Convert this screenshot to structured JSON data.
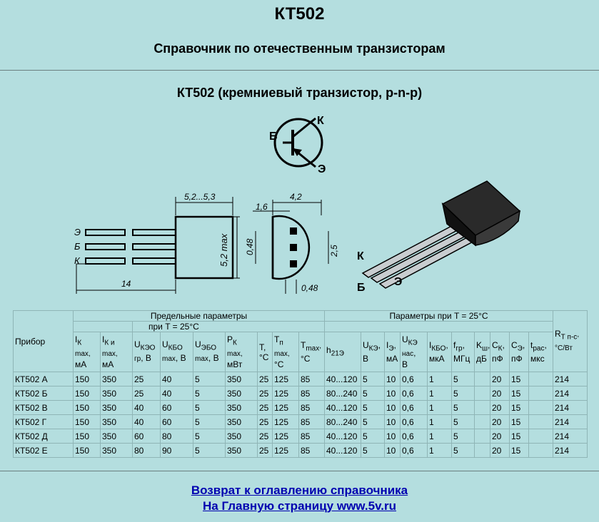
{
  "header": {
    "title": "КТ502",
    "subtitle": "Справочник по отечественным транзисторам"
  },
  "heading": "КТ502 (кремниевый транзистор, p-n-p)",
  "symbol": {
    "k": "К",
    "b": "Б",
    "e": "Э"
  },
  "drawing": {
    "dims": [
      "5,2...5,3",
      "4,2",
      "1,6",
      "5,2 max",
      "2,5",
      "0,48",
      "0,48",
      "14"
    ],
    "pins": [
      "Э",
      "Б",
      "К"
    ],
    "package_pins": [
      "К",
      "Б",
      "Э"
    ]
  },
  "table": {
    "pribor": "Прибор",
    "group_limits": "Предельные параметры",
    "group_params": "Параметры при T = 25°C",
    "limits_temp": "при T = 25°C",
    "cols": {
      "ik": [
        "I",
        "К",
        "max",
        "мА"
      ],
      "iki": [
        "I",
        "К и",
        "max",
        "мА"
      ],
      "ukeo": [
        "U",
        "КЭО",
        "гр",
        "В"
      ],
      "ukbo": [
        "U",
        "КБО",
        "max",
        "В"
      ],
      "uebo": [
        "U",
        "ЭБО",
        "max",
        "В"
      ],
      "pk": [
        "P",
        "К",
        "max",
        "мВт"
      ],
      "t": [
        "T",
        "°C"
      ],
      "tp": [
        "T",
        "п",
        "max",
        "°C"
      ],
      "tmax": [
        "T",
        "max",
        "°C"
      ],
      "h21": [
        "h",
        "21Э"
      ],
      "uke": [
        "U",
        "КЭ",
        "В"
      ],
      "ie": [
        "I",
        "Э",
        "мА"
      ],
      "ukenas": [
        "U",
        "КЭ",
        "нас",
        "В"
      ],
      "ikbo": [
        "I",
        "КБО",
        "мкА"
      ],
      "fgr": [
        "f",
        "гр",
        "МГц"
      ],
      "ksh": [
        "K",
        "ш",
        "дБ"
      ],
      "ck": [
        "C",
        "К",
        "пФ"
      ],
      "ce": [
        "C",
        "Э",
        "пФ"
      ],
      "tras": [
        "t",
        "рас",
        "мкс"
      ],
      "rt": [
        "R",
        "Т п-с",
        "°C/Вт"
      ]
    },
    "rows": [
      [
        "КТ502 А",
        "150",
        "350",
        "25",
        "40",
        "5",
        "350",
        "25",
        "125",
        "85",
        "40...120",
        "5",
        "10",
        "0,6",
        "1",
        "5",
        "",
        "20",
        "15",
        "",
        "214"
      ],
      [
        "КТ502 Б",
        "150",
        "350",
        "25",
        "40",
        "5",
        "350",
        "25",
        "125",
        "85",
        "80...240",
        "5",
        "10",
        "0,6",
        "1",
        "5",
        "",
        "20",
        "15",
        "",
        "214"
      ],
      [
        "КТ502 В",
        "150",
        "350",
        "40",
        "60",
        "5",
        "350",
        "25",
        "125",
        "85",
        "40...120",
        "5",
        "10",
        "0,6",
        "1",
        "5",
        "",
        "20",
        "15",
        "",
        "214"
      ],
      [
        "КТ502 Г",
        "150",
        "350",
        "40",
        "60",
        "5",
        "350",
        "25",
        "125",
        "85",
        "80...240",
        "5",
        "10",
        "0,6",
        "1",
        "5",
        "",
        "20",
        "15",
        "",
        "214"
      ],
      [
        "КТ502 Д",
        "150",
        "350",
        "60",
        "80",
        "5",
        "350",
        "25",
        "125",
        "85",
        "40...120",
        "5",
        "10",
        "0,6",
        "1",
        "5",
        "",
        "20",
        "15",
        "",
        "214"
      ],
      [
        "КТ502 Е",
        "150",
        "350",
        "80",
        "90",
        "5",
        "350",
        "25",
        "125",
        "85",
        "40...120",
        "5",
        "10",
        "0,6",
        "1",
        "5",
        "",
        "20",
        "15",
        "",
        "214"
      ]
    ]
  },
  "links": {
    "toc": "Возврат к оглавлению справочника",
    "home": "На Главную страницу www.5v.ru"
  }
}
